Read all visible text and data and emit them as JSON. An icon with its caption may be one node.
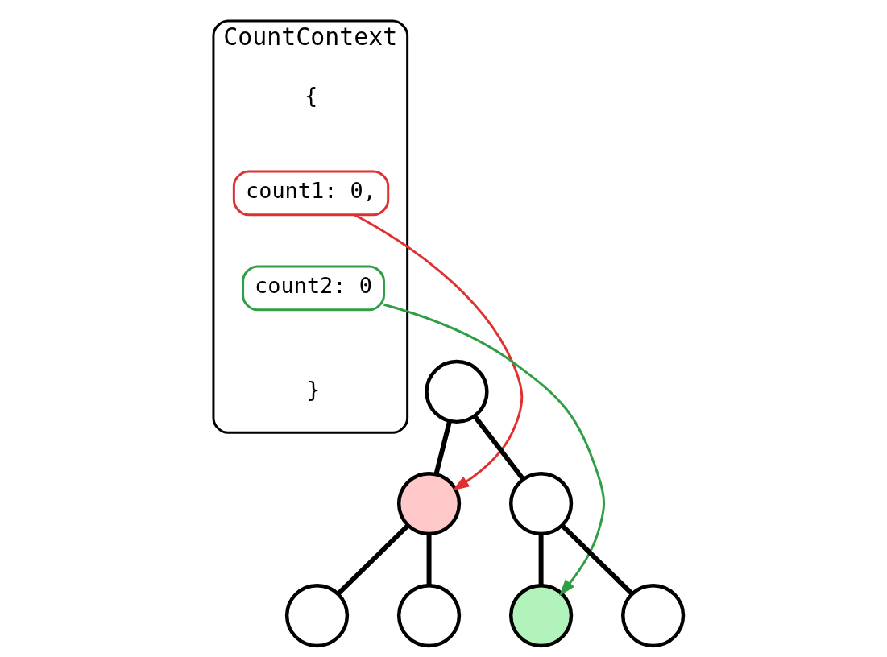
{
  "diagram": {
    "nodes": [
      {
        "text": [
          "CountContext",
          "{",
          "}"
        ]
      },
      {
        "text": [
          "count1: 0,"
        ],
        "in": 0
      },
      {
        "text": [
          "count2: 0"
        ],
        "in": 0
      },
      {
        "text": [],
        "shape": "circle"
      },
      {
        "text": [],
        "shape": "circle"
      },
      {
        "text": [],
        "shape": "circle"
      },
      {
        "text": [],
        "shape": "circle"
      },
      {
        "text": [],
        "shape": "circle"
      },
      {
        "text": [],
        "shape": "circle"
      },
      {
        "text": [],
        "shape": "circle"
      }
    ],
    "edges": [
      {
        "from": 1,
        "to": 4,
        "arrow": "to",
        "color": "#e03131"
      },
      {
        "from": 2,
        "to": 8,
        "arrow": "to",
        "color": "#2f9e44"
      },
      {
        "from": 3,
        "to": 4,
        "arrow": "none"
      },
      {
        "from": 3,
        "to": 5,
        "arrow": "none"
      },
      {
        "from": 4,
        "to": 6,
        "arrow": "none"
      },
      {
        "from": 4,
        "to": 7,
        "arrow": "none"
      },
      {
        "from": 5,
        "to": 8,
        "arrow": "none"
      },
      {
        "from": 5,
        "to": 9,
        "arrow": "none"
      }
    ]
  }
}
